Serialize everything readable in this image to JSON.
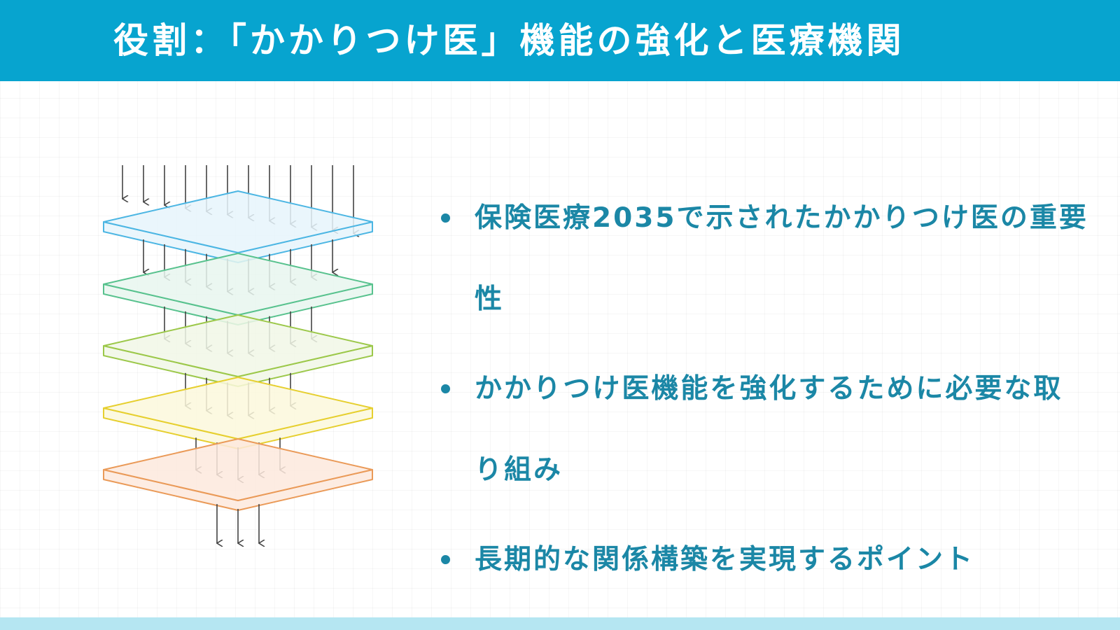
{
  "header": {
    "title": "役割：「かかりつけ医」機能の強化と医療機関"
  },
  "bullets": [
    "保険医療2035で示されたかかりつけ医の重要性",
    "かかりつけ医機能を強化するために必要な取り組み",
    "長期的な関係構築を実現するポイント"
  ],
  "diagram": {
    "layers": [
      {
        "fill": "#e6f5fc",
        "stroke": "#4cb6e3",
        "arrows": 12
      },
      {
        "fill": "#e8f6ef",
        "stroke": "#58c28e",
        "arrows": 10
      },
      {
        "fill": "#f1f7e6",
        "stroke": "#9cc84a",
        "arrows": 8
      },
      {
        "fill": "#fbf8dc",
        "stroke": "#e6cf2f",
        "arrows": 6
      },
      {
        "fill": "#fde9dd",
        "stroke": "#ea9a58",
        "arrows": 5
      }
    ],
    "output_arrows": 3,
    "arrow_color": "#444444"
  }
}
